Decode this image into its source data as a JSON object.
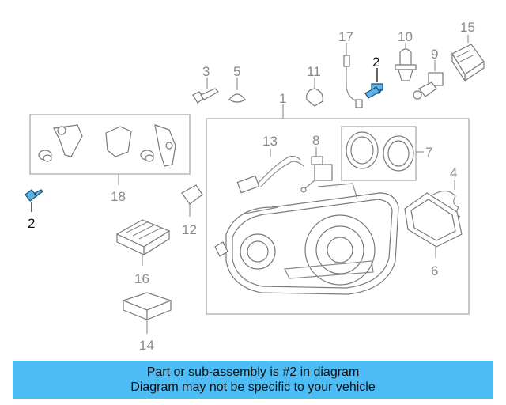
{
  "callouts": {
    "c1": "1",
    "c2a": "2",
    "c2b": "2",
    "c3": "3",
    "c4": "4",
    "c5": "5",
    "c6": "6",
    "c7": "7",
    "c8": "8",
    "c9": "9",
    "c10": "10",
    "c11": "11",
    "c12": "12",
    "c13": "13",
    "c14": "14",
    "c15": "15",
    "c16": "16",
    "c17": "17",
    "c18": "18"
  },
  "highlight": {
    "part_number": "2",
    "color": "#5bb3e8"
  },
  "banner": {
    "line1": "Part or sub-assembly is #2 in diagram",
    "line2": "Diagram may not be specific to your vehicle",
    "background": "#4fbdf5"
  }
}
